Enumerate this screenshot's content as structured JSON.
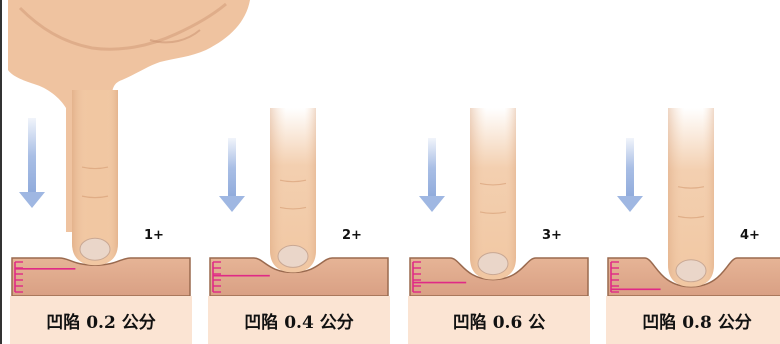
{
  "figure": {
    "colors": {
      "skin": "#f1c7a2",
      "skin_shade": "#d9a27b",
      "nail": "#ead6c9",
      "tissue": "#e1ad8e",
      "tissue_edge": "#9a6a4f",
      "ruler": "#e02a86",
      "arrow": "#9fb7e2",
      "caption_bg": "#fbe4d3",
      "left_rule": "#333333"
    },
    "panels": [
      {
        "grade": "1+",
        "depth_cm": 0.2,
        "caption": "凹陷 0.2 公分",
        "arrow_icon": "down-arrow-icon"
      },
      {
        "grade": "2+",
        "depth_cm": 0.4,
        "caption": "凹陷 0.4 公分",
        "arrow_icon": "down-arrow-icon"
      },
      {
        "grade": "3+",
        "depth_cm": 0.6,
        "caption": "凹陷 0.6 公",
        "arrow_icon": "down-arrow-icon"
      },
      {
        "grade": "4+",
        "depth_cm": 0.8,
        "caption": "凹陷 0.8 公分",
        "arrow_icon": "down-arrow-icon"
      }
    ]
  }
}
